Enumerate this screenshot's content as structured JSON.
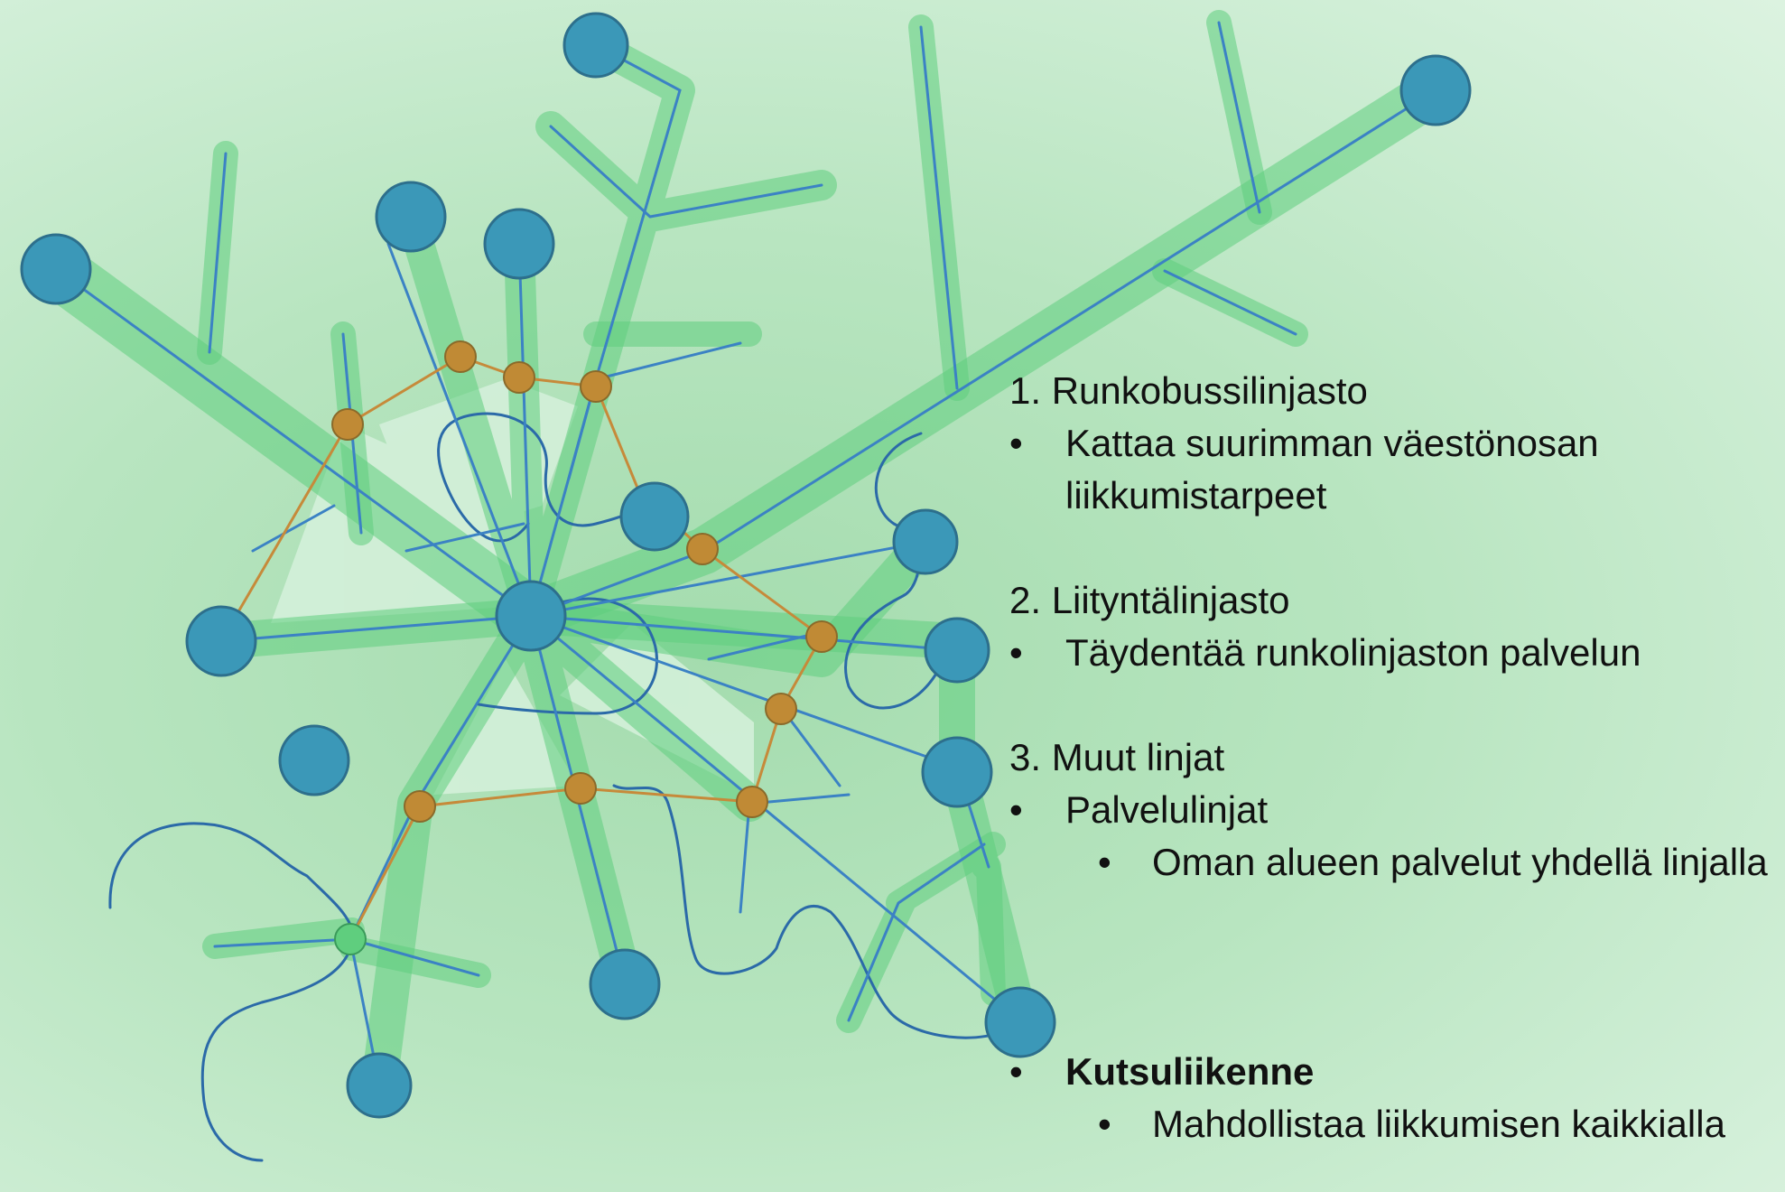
{
  "colors": {
    "corridor": "#5fce7e",
    "trunk_line": "#3b82c4",
    "feeder_line": "#2b6aa8",
    "transfer_route": "#c68a3a",
    "node_fill": "#3b98b8",
    "node_stroke": "#2d6f8c",
    "stop_fill": "#c08a35",
    "area_fill": "#d6f1dc"
  },
  "icons": {
    "bullet": "bullet-icon"
  },
  "legend": {
    "bullet": "•",
    "s1_title": "1. Runkobussilinjasto",
    "s1_bullet": "Kattaa suurimman väestönosan liikkumistarpeet",
    "s2_title": "2. Liityntälinjasto",
    "s2_bullet": "Täydentää runkolinjaston palvelun",
    "s3_title": "3. Muut linjat",
    "s3_bullet": "Palvelulinjat",
    "s3_sub": "Oman alueen palvelut yhdellä linjalla",
    "demand_title": "Kutsuliikenne",
    "demand_sub": "Mahdollistaa liikkumisen kaikkialla"
  }
}
